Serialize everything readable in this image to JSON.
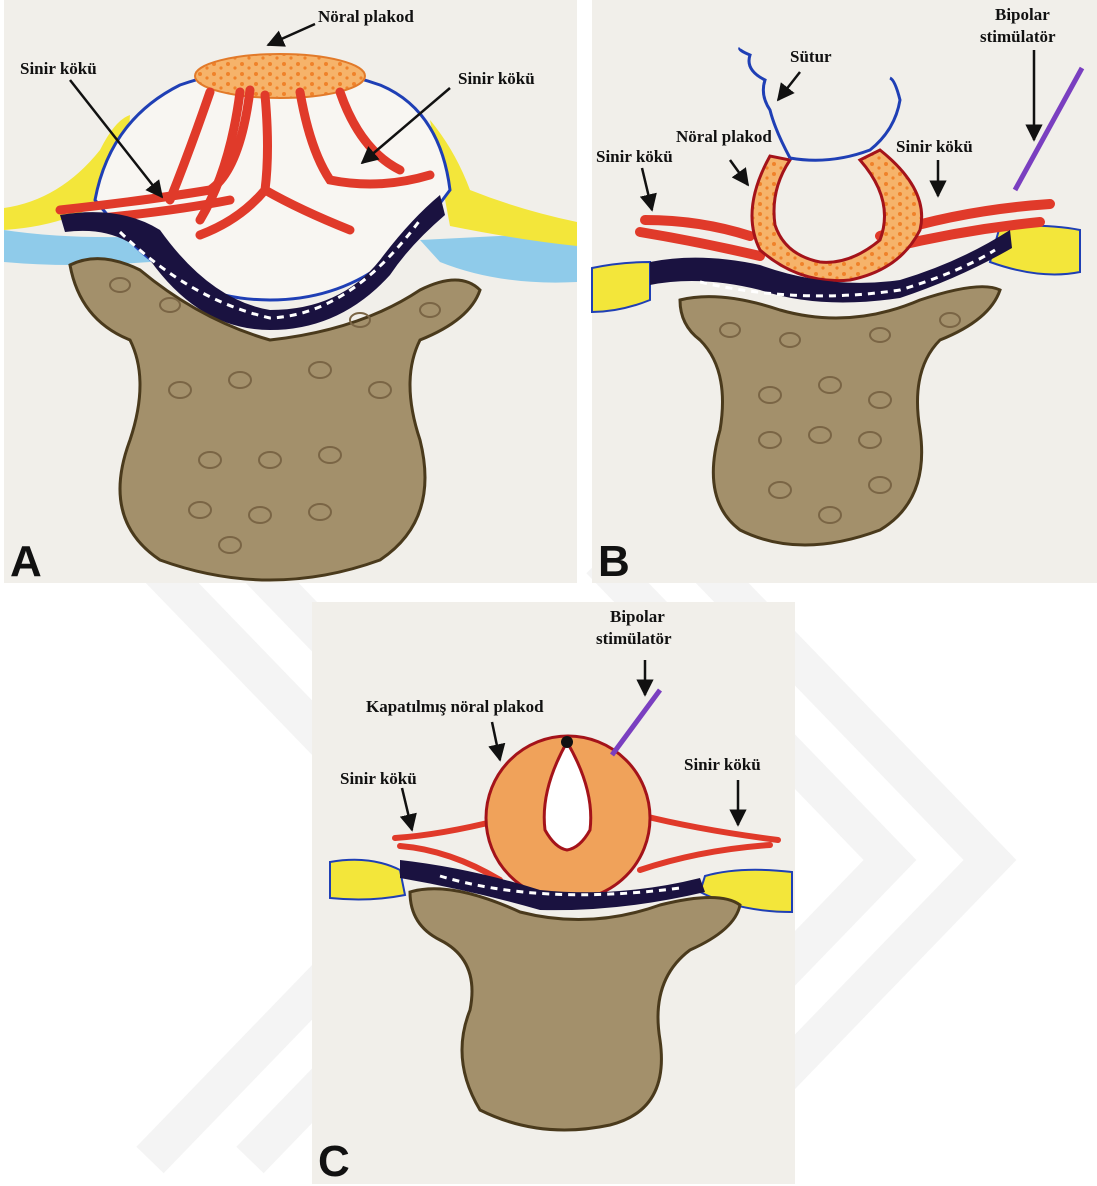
{
  "panels": {
    "a": {
      "letter": "A",
      "labels": {
        "neural_placode": "Nöral plakod",
        "nerve_root_left": "Sinir kökü",
        "nerve_root_right": "Sinir kökü"
      }
    },
    "b": {
      "letter": "B",
      "labels": {
        "suture": "Sütur",
        "bipolar_line1": "Bipolar",
        "bipolar_line2": "stimülatör",
        "neural_placode": "Nöral plakod",
        "nerve_root_left": "Sinir kökü",
        "nerve_root_right": "Sinir kökü"
      }
    },
    "c": {
      "letter": "C",
      "labels": {
        "bipolar_line1": "Bipolar",
        "bipolar_line2": "stimülatör",
        "closed_placode": "Kapatılmış nöral plakod",
        "nerve_root_left": "Sinir kökü",
        "nerve_root_right": "Sinir kökü"
      }
    }
  },
  "colors": {
    "background": "#f1efea",
    "skin_yellow": "#f3e63a",
    "fat_blue": "#8fcbea",
    "outline_blue": "#1f3fb5",
    "nerve_red": "#e03a2a",
    "placode_orange": "#f0a25a",
    "dura_dark": "#1a1240",
    "vertebra_brown": "#a3906b",
    "vertebra_outline": "#4a3a1c",
    "stimulator_purple": "#7a3fc0",
    "watermark": "#e9e9e9"
  }
}
